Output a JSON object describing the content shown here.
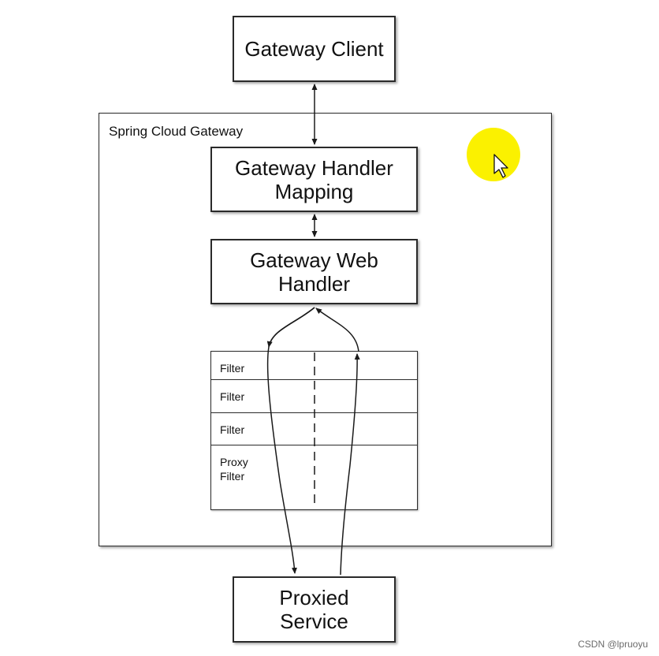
{
  "nodes": {
    "gateway_client": "Gateway Client",
    "container_label": "Spring Cloud Gateway",
    "handler_mapping": "Gateway Handler\nMapping",
    "web_handler": "Gateway Web\nHandler",
    "proxied_service": "Proxied\nService"
  },
  "filters": [
    {
      "label": "Filter"
    },
    {
      "label": "Filter"
    },
    {
      "label": "Filter"
    },
    {
      "label": "Proxy\nFilter"
    }
  ],
  "cursor": {
    "icon": "mouse-pointer-icon",
    "highlight_color": "#fbf100"
  },
  "watermark": "CSDN @lpruoyu"
}
